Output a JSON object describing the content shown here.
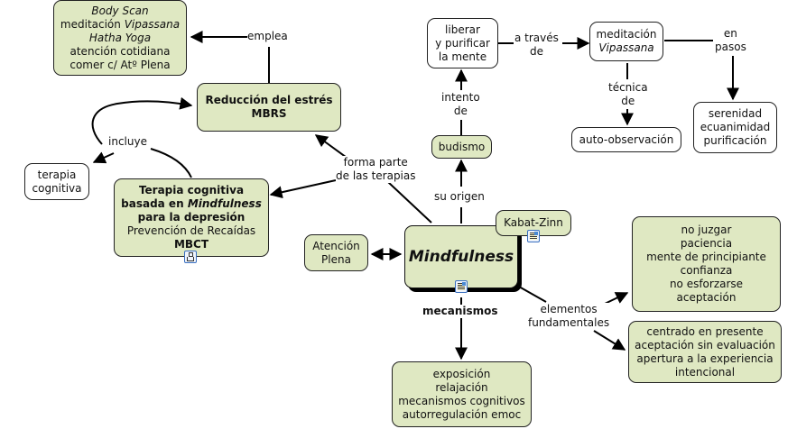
{
  "concept_map": {
    "central": {
      "label": "Mindfulness"
    },
    "nodes": {
      "techniques": {
        "lines": [
          "Body Scan",
          "meditación",
          "Vipassana",
          "Hatha Yoga",
          "atención cotidiana",
          "comer c/ Atº Plena"
        ]
      },
      "mbrs": {
        "lines": [
          "Reducción del estrés",
          "MBRS"
        ]
      },
      "terapia_cognitiva": {
        "lines": [
          "terapia",
          "cognitiva"
        ]
      },
      "mbct": {
        "lines": [
          "Terapia cognitiva",
          "basada en",
          "Mindfulness",
          "para la depresión",
          "Prevención de Recaídas",
          "MBCT"
        ]
      },
      "liberar": {
        "lines": [
          "liberar",
          "y purificar",
          "la mente"
        ]
      },
      "vipassana": {
        "lines": [
          "meditación",
          "Vipassana"
        ]
      },
      "auto_observacion": {
        "label": "auto-observación"
      },
      "serenidad": {
        "lines": [
          "serenidad",
          "ecuanimidad",
          "purificación"
        ]
      },
      "budismo": {
        "label": "budismo"
      },
      "kabat_zinn": {
        "label": "Kabat-Zinn"
      },
      "atencion_plena": {
        "lines": [
          "Atención",
          "Plena"
        ]
      },
      "actitudes": {
        "lines": [
          "no juzgar",
          "paciencia",
          "mente de principiante",
          "confianza",
          "no esforzarse",
          "aceptación"
        ]
      },
      "elementos2": {
        "lines": [
          "centrado en presente",
          "aceptación sin evaluación",
          "apertura a la experiencia",
          "intencional"
        ]
      },
      "mecanismos_list": {
        "lines": [
          "exposición",
          "relajación",
          "mecanismos cognitivos",
          "autorregulación emoc"
        ]
      }
    },
    "links": {
      "emplea": {
        "lines": [
          "emplea"
        ]
      },
      "incluye": {
        "lines": [
          "incluye"
        ]
      },
      "forma_parte": {
        "lines": [
          "forma parte",
          "de las terapias"
        ]
      },
      "intento_de": {
        "lines": [
          "intento",
          "de"
        ]
      },
      "a_traves_de": {
        "lines": [
          "a través",
          "de"
        ]
      },
      "en_pasos": {
        "lines": [
          "en",
          "pasos"
        ]
      },
      "tecnica_de": {
        "lines": [
          "técnica",
          "de"
        ]
      },
      "su_origen": {
        "lines": [
          "su origen"
        ]
      },
      "mecanismos": {
        "lines": [
          "mecanismos"
        ]
      },
      "elementos": {
        "lines": [
          "elementos",
          "fundamentales"
        ]
      }
    },
    "icons": {
      "mindfulness_resource": "resource-document-icon",
      "kabat_resource": "resource-document-icon",
      "mbct_resource": "concept-map-icon"
    },
    "colors": {
      "green_fill": "#dfe8c2",
      "white_fill": "#ffffff",
      "stroke": "#222222"
    }
  }
}
